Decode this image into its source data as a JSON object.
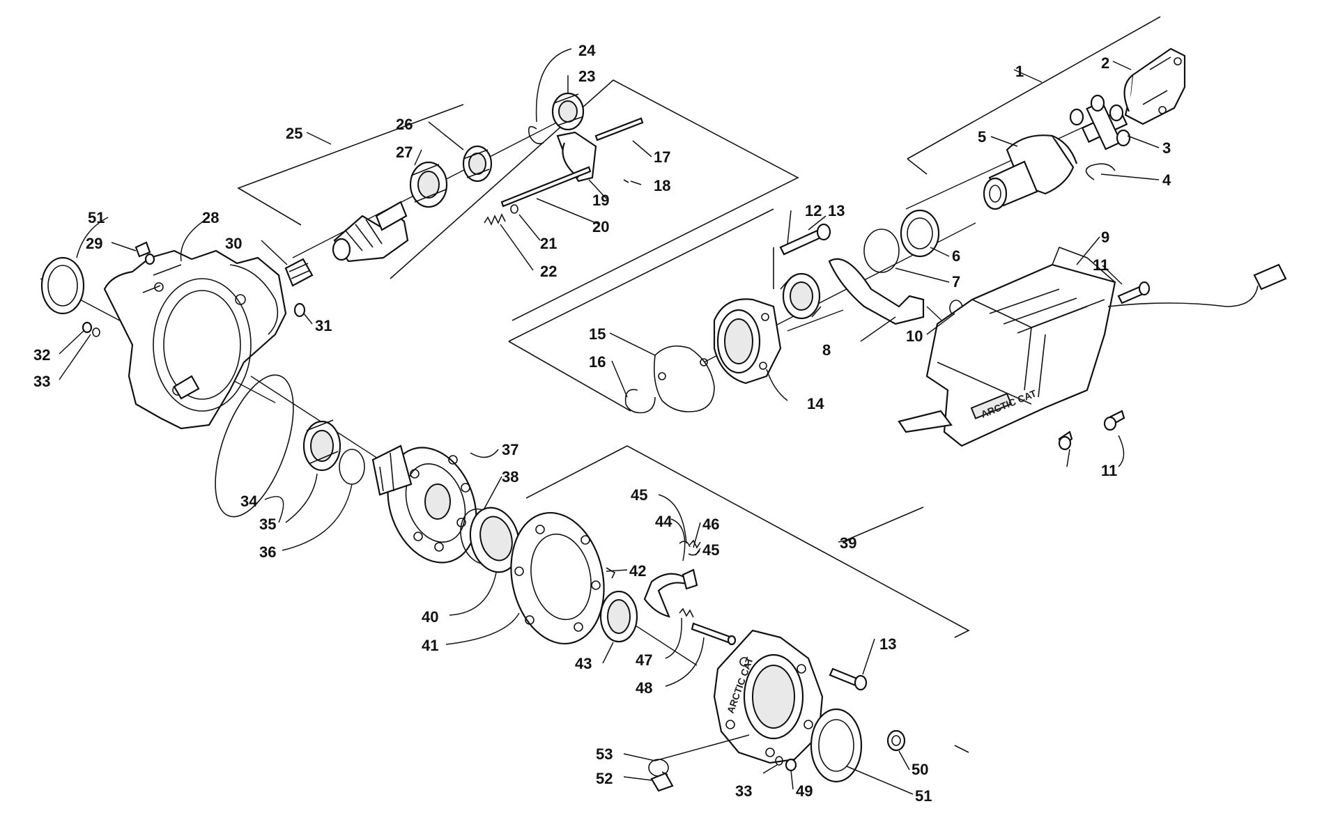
{
  "labels": [
    {
      "id": "1",
      "text": "1"
    },
    {
      "id": "2",
      "text": "2"
    },
    {
      "id": "3",
      "text": "3"
    },
    {
      "id": "4",
      "text": "4"
    },
    {
      "id": "5",
      "text": "5"
    },
    {
      "id": "6",
      "text": "6"
    },
    {
      "id": "7",
      "text": "7"
    },
    {
      "id": "8",
      "text": "8"
    },
    {
      "id": "9",
      "text": "9"
    },
    {
      "id": "10",
      "text": "10"
    },
    {
      "id": "11a",
      "text": "11"
    },
    {
      "id": "11b",
      "text": "11"
    },
    {
      "id": "12",
      "text": "12"
    },
    {
      "id": "13a",
      "text": "13"
    },
    {
      "id": "13b",
      "text": "13"
    },
    {
      "id": "14",
      "text": "14"
    },
    {
      "id": "15",
      "text": "15"
    },
    {
      "id": "16",
      "text": "16"
    },
    {
      "id": "17",
      "text": "17"
    },
    {
      "id": "18",
      "text": "18"
    },
    {
      "id": "19",
      "text": "19"
    },
    {
      "id": "20",
      "text": "20"
    },
    {
      "id": "21",
      "text": "21"
    },
    {
      "id": "22",
      "text": "22"
    },
    {
      "id": "23",
      "text": "23"
    },
    {
      "id": "24",
      "text": "24"
    },
    {
      "id": "25",
      "text": "25"
    },
    {
      "id": "26",
      "text": "26"
    },
    {
      "id": "27",
      "text": "27"
    },
    {
      "id": "28",
      "text": "28"
    },
    {
      "id": "29",
      "text": "29"
    },
    {
      "id": "30",
      "text": "30"
    },
    {
      "id": "31",
      "text": "31"
    },
    {
      "id": "32",
      "text": "32"
    },
    {
      "id": "33a",
      "text": "33"
    },
    {
      "id": "33b",
      "text": "33"
    },
    {
      "id": "34",
      "text": "34"
    },
    {
      "id": "35",
      "text": "35"
    },
    {
      "id": "36",
      "text": "36"
    },
    {
      "id": "37",
      "text": "37"
    },
    {
      "id": "38",
      "text": "38"
    },
    {
      "id": "39",
      "text": "39"
    },
    {
      "id": "40",
      "text": "40"
    },
    {
      "id": "41",
      "text": "41"
    },
    {
      "id": "42",
      "text": "42"
    },
    {
      "id": "43",
      "text": "43"
    },
    {
      "id": "44",
      "text": "44"
    },
    {
      "id": "45a",
      "text": "45"
    },
    {
      "id": "45b",
      "text": "45"
    },
    {
      "id": "46",
      "text": "46"
    },
    {
      "id": "47",
      "text": "47"
    },
    {
      "id": "48",
      "text": "48"
    },
    {
      "id": "49",
      "text": "49"
    },
    {
      "id": "50",
      "text": "50"
    },
    {
      "id": "51a",
      "text": "51"
    },
    {
      "id": "51b",
      "text": "51"
    },
    {
      "id": "52",
      "text": "52"
    },
    {
      "id": "53",
      "text": "53"
    }
  ],
  "castings": {
    "actuator_brand": "ARCTIC CAT",
    "cover_brand": "ARCTIC CAT"
  }
}
